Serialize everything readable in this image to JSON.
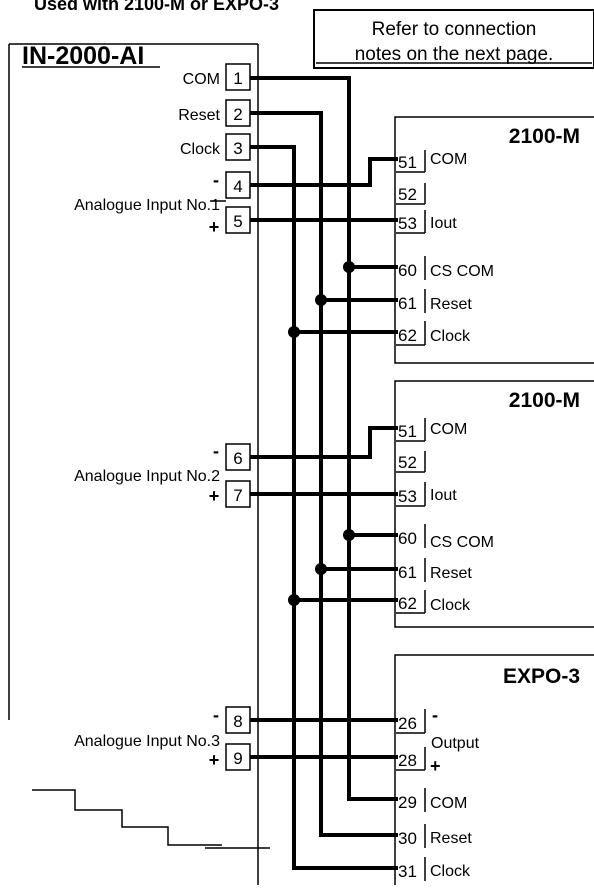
{
  "top_caption": "Used with 2100-M or EXPO-3",
  "note": {
    "line1": "Refer to connection",
    "line2": "notes on the next page."
  },
  "module_in": {
    "title": "IN-2000-AI",
    "terminals": [
      {
        "num": "1",
        "label": "COM"
      },
      {
        "num": "2",
        "label": "Reset"
      },
      {
        "num": "3",
        "label": "Clock"
      },
      {
        "num": "4",
        "sign": "-"
      },
      {
        "num": "5",
        "sign": "+"
      },
      {
        "num": "6",
        "sign": "-"
      },
      {
        "num": "7",
        "sign": "+"
      },
      {
        "num": "8",
        "sign": "-"
      },
      {
        "num": "9",
        "sign": "+"
      }
    ],
    "inputs": [
      "Analogue  Input No.1",
      "Analogue  Input No.2",
      "Analogue  Input No.3"
    ]
  },
  "module_2100_a": {
    "title": "2100-M",
    "terminals": [
      {
        "num": "51",
        "label": "COM"
      },
      {
        "num": "52",
        "label": ""
      },
      {
        "num": "53",
        "label": "Iout"
      },
      {
        "num": "60",
        "label": "CS COM"
      },
      {
        "num": "61",
        "label": "Reset"
      },
      {
        "num": "62",
        "label": "Clock"
      }
    ]
  },
  "module_2100_b": {
    "title": "2100-M",
    "terminals": [
      {
        "num": "51",
        "label": "COM"
      },
      {
        "num": "52",
        "label": ""
      },
      {
        "num": "53",
        "label": "Iout"
      },
      {
        "num": "60",
        "label": "CS COM"
      },
      {
        "num": "61",
        "label": "Reset"
      },
      {
        "num": "62",
        "label": "Clock"
      }
    ]
  },
  "module_expo": {
    "title": "EXPO-3",
    "terminals": [
      {
        "num": "26",
        "sign": "-"
      },
      {
        "num": "28",
        "sign": "+"
      },
      {
        "num": "29",
        "label": "COM"
      },
      {
        "num": "30",
        "label": "Reset"
      },
      {
        "num": "31",
        "label": "Clock"
      }
    ],
    "output_label": "Output"
  }
}
